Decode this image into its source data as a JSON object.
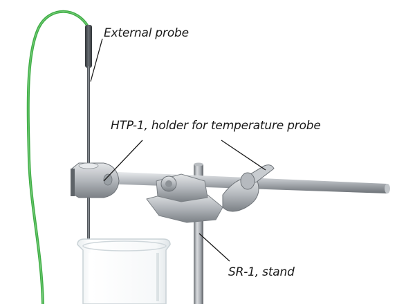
{
  "labels": {
    "external_probe": "External probe",
    "holder": "HTP-1, holder for temperature probe",
    "stand": "SR-1, stand"
  },
  "colors": {
    "cable": "#3fae45",
    "metal_light": "#d4d6d9",
    "metal_mid": "#a9adb2",
    "metal_dark": "#6e7378",
    "probe_dark": "#3c4044",
    "label_text": "#1a1a1a"
  },
  "components": [
    "external-probe",
    "probe-cable",
    "htp-1-holder",
    "clamp-arm",
    "sr-1-stand-rod",
    "beaker"
  ]
}
